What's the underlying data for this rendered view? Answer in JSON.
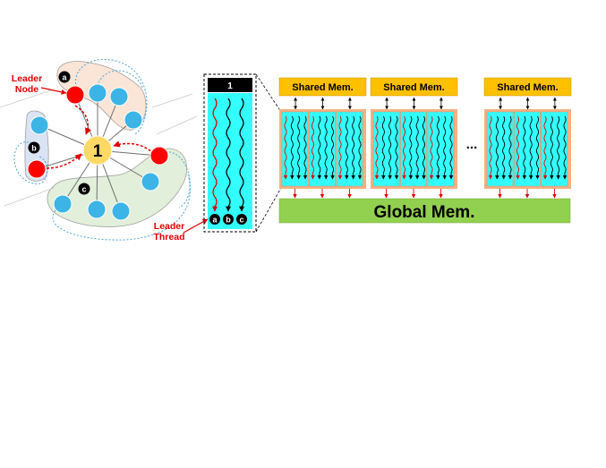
{
  "graph": {
    "center_label": "1",
    "group_labels": [
      "a",
      "b",
      "c"
    ],
    "leader_node_label": "Leader\nNode",
    "leader_thread_label": "Leader\nThread"
  },
  "thread_block": {
    "header": "1",
    "thread_labels": [
      "a",
      "b",
      "c"
    ]
  },
  "gpu": {
    "shared_mem_label": "Shared Mem.",
    "global_mem_label": "Global Mem.",
    "ellipsis": "...",
    "sm_count_drawn": 3,
    "warps_per_sm": 3
  },
  "colors": {
    "leader": "#ff0000",
    "node": "#3cb4e6",
    "center": "#ffd966",
    "group_a": "#fbe5d6",
    "group_b": "#dae3f3",
    "group_c": "#e2efda",
    "thread_bg": "#33ffff",
    "shared_mem": "#ffc000",
    "global_mem": "#92d050",
    "sm_frame": "#f4b183"
  }
}
